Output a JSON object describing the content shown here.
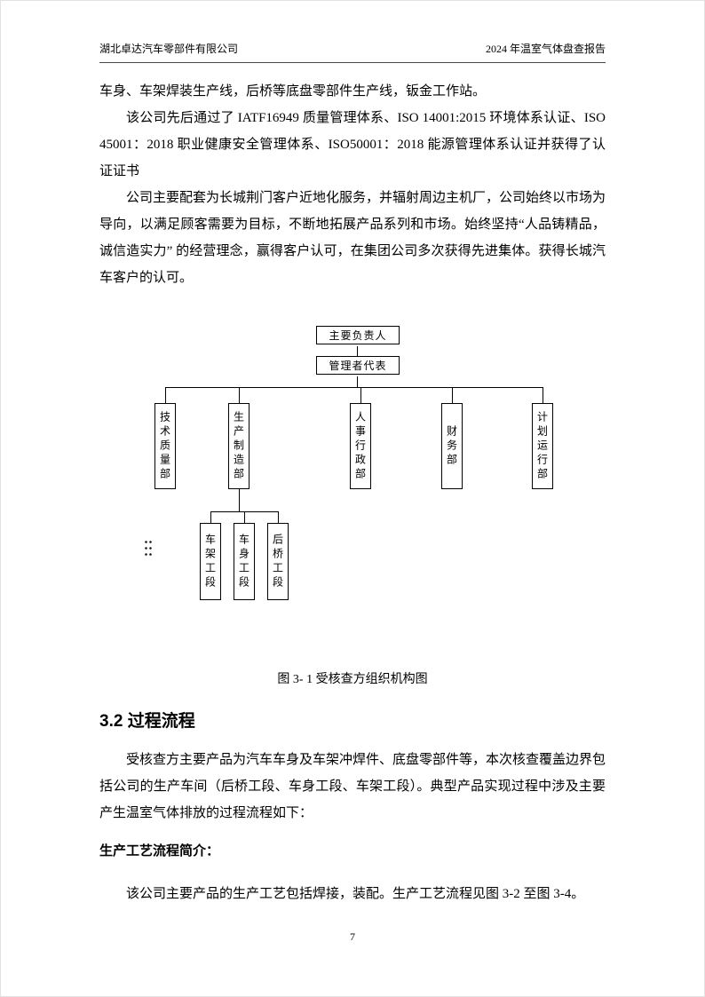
{
  "header": {
    "company": "湖北卓达汽车零部件有限公司",
    "report_title": "2024 年温室气体盘查报告"
  },
  "body": {
    "para_lines": "车身、车架焊装生产线，后桥等底盘零部件生产线，钣金工作站。",
    "para_certs": "该公司先后通过了 IATF16949 质量管理体系、ISO 14001:2015 环境体系认证、ISO 45001：2018 职业健康安全管理体系、ISO50001：2018 能源管理体系认证并获得了认证证书",
    "para_intro": "公司主要配套为长城荆门客户近地化服务，并辐射周边主机厂，公司始终以市场为导向，以满足顾客需要为目标，不断地拓展产品系列和市场。始终坚持“人品铸精品，诚信造实力” 的经营理念，赢得客户认可，在集团公司多次获得先进集体。获得长城汽车客户的认可。"
  },
  "org_chart": {
    "top_box": "主要负责人",
    "management_rep": "管理者代表",
    "departments": [
      "技术质量部",
      "生产制造部",
      "人事行政部",
      "财务部",
      "计划运行部"
    ],
    "sub_sections": [
      "车架工段",
      "车身工段",
      "后桥工段"
    ],
    "caption": "图 3- 1 受核查方组织机构图"
  },
  "section": {
    "heading": "3.2 过程流程",
    "para_scope": "受核查方主要产品为汽车车身及车架冲焊件、底盘零部件等，本次核查覆盖边界包括公司的生产车间（后桥工段、车身工段、车架工段）。典型产品实现过程中涉及主要产生温室气体排放的过程流程如下：",
    "subheading": "生产工艺流程简介：",
    "para_process": "该公司主要产品的生产工艺包括焊接，装配。生产工艺流程见图 3-2 至图 3-4。"
  },
  "footer": {
    "page_number": "7"
  },
  "icons": {
    "dots_marker": "six-dot-handle"
  },
  "colors": {
    "text": "#000000",
    "line": "#000000",
    "header_rule": "#4a4a4a"
  }
}
